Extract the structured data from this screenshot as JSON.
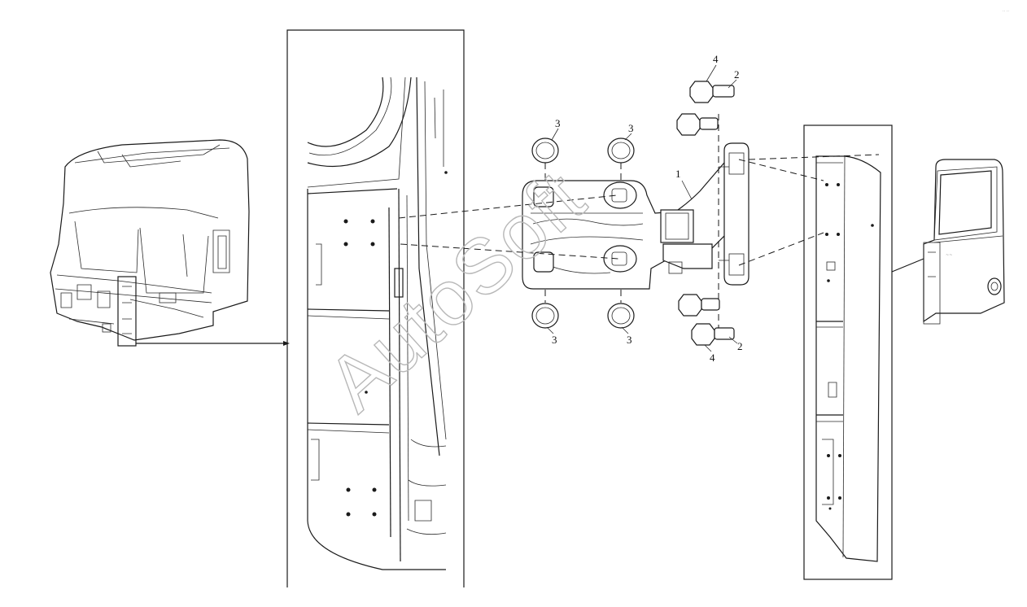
{
  "callouts": {
    "c1": "1",
    "c2_top": "2",
    "c2_bottom": "2",
    "c3_top_left": "3",
    "c3_top_right": "3",
    "c3_bottom_left": "3",
    "c3_bottom_right": "3",
    "c4_top": "4",
    "c4_bottom": "4"
  },
  "watermark": "AutoSoft",
  "colors": {
    "line": "#1a1a1a",
    "watermark": "#b8b8b8",
    "background": "#ffffff"
  }
}
